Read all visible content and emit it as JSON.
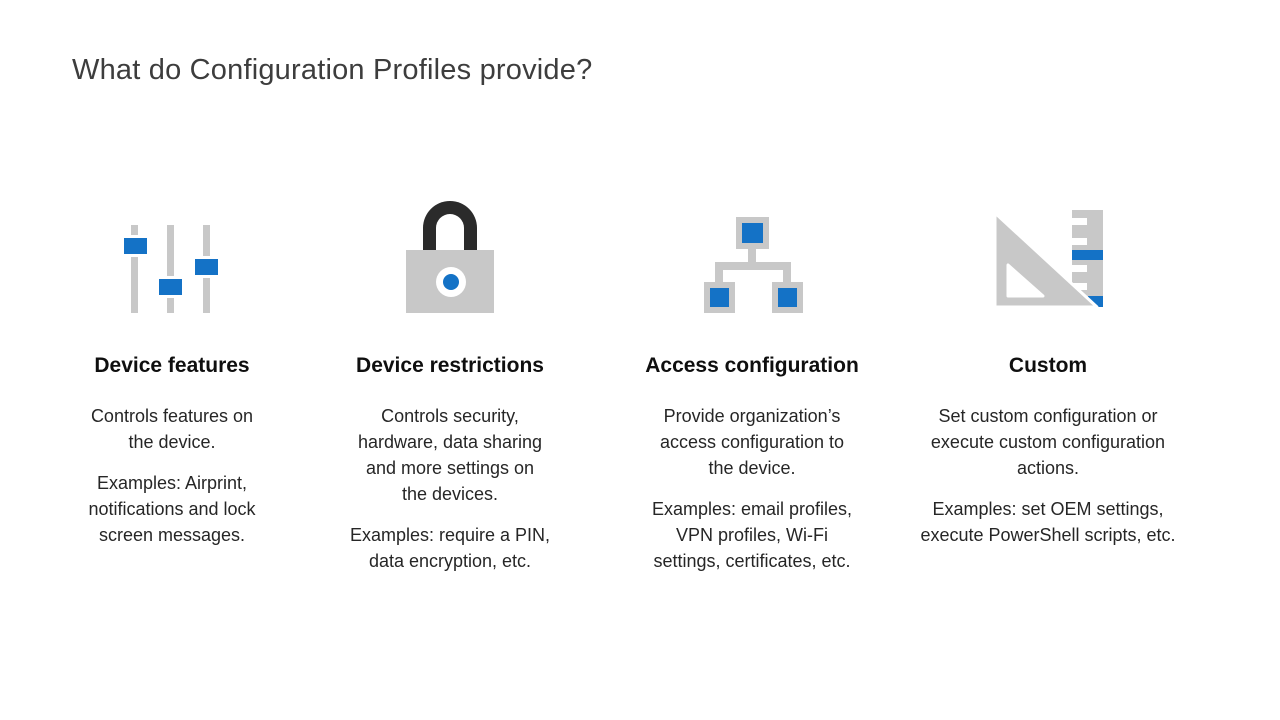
{
  "slide": {
    "title": "What do Configuration Profiles provide?"
  },
  "colors": {
    "accent_blue": "#1472c6",
    "icon_gray": "#c8c8c8",
    "lock_shackle_dark": "#2b2b2b",
    "title_text": "#3d3d3d",
    "heading_text": "#0f0f0f",
    "body_text": "#262626",
    "background": "#ffffff"
  },
  "columns": [
    {
      "icon": "sliders-icon",
      "heading": "Device features",
      "paragraphs": [
        "Controls features on\nthe device.",
        "Examples: Airprint,\nnotifications and lock\nscreen messages."
      ]
    },
    {
      "icon": "lock-icon",
      "heading": "Device restrictions",
      "paragraphs": [
        "Controls security,\nhardware, data sharing\nand more settings on\nthe devices.",
        "Examples: require a PIN,\ndata encryption, etc."
      ]
    },
    {
      "icon": "network-icon",
      "heading": "Access configuration",
      "paragraphs": [
        "Provide organization’s\naccess configuration to\nthe device.",
        "Examples: email profiles,\nVPN profiles, Wi-Fi\nsettings, certificates, etc."
      ]
    },
    {
      "icon": "set-square-icon",
      "heading": "Custom",
      "paragraphs": [
        "Set custom configuration or\nexecute custom configuration\nactions.",
        "Examples: set OEM settings,\nexecute PowerShell scripts, etc."
      ]
    }
  ]
}
